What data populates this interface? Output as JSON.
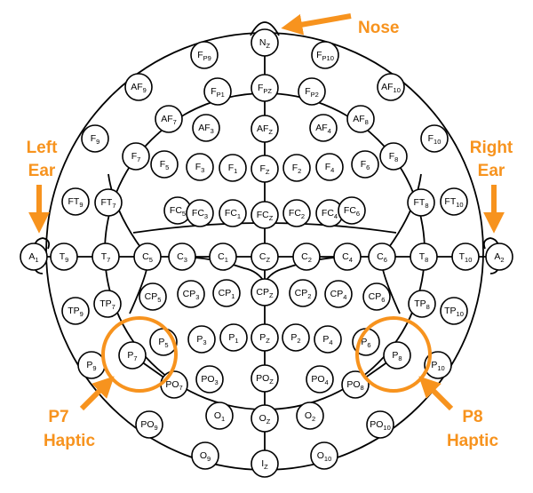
{
  "colors": {
    "accent": "#f7931e",
    "ink": "#000000",
    "background": "#ffffff"
  },
  "annotations": {
    "nose": "Nose",
    "left_ear": [
      "Left",
      "Ear"
    ],
    "right_ear": [
      "Right",
      "Ear"
    ],
    "p7_haptic": [
      "P7",
      "Haptic"
    ],
    "p8_haptic": [
      "P8",
      "Haptic"
    ]
  },
  "electrodes": [
    {
      "main": "N",
      "sub": "Z"
    },
    {
      "main": "F",
      "sub": "P9"
    },
    {
      "main": "F",
      "sub": "P10"
    },
    {
      "main": "AF",
      "sub": "9"
    },
    {
      "main": "AF",
      "sub": "10"
    },
    {
      "main": "F",
      "sub": "P1"
    },
    {
      "main": "F",
      "sub": "PZ"
    },
    {
      "main": "F",
      "sub": "P2"
    },
    {
      "main": "AF",
      "sub": "7"
    },
    {
      "main": "AF",
      "sub": "3"
    },
    {
      "main": "AF",
      "sub": "Z"
    },
    {
      "main": "AF",
      "sub": "4"
    },
    {
      "main": "AF",
      "sub": "8"
    },
    {
      "main": "F",
      "sub": "9"
    },
    {
      "main": "F",
      "sub": "10"
    },
    {
      "main": "F",
      "sub": "7"
    },
    {
      "main": "F",
      "sub": "5"
    },
    {
      "main": "F",
      "sub": "3"
    },
    {
      "main": "F",
      "sub": "1"
    },
    {
      "main": "F",
      "sub": "Z"
    },
    {
      "main": "F",
      "sub": "2"
    },
    {
      "main": "F",
      "sub": "4"
    },
    {
      "main": "F",
      "sub": "6"
    },
    {
      "main": "F",
      "sub": "8"
    },
    {
      "main": "FT",
      "sub": "9"
    },
    {
      "main": "FT",
      "sub": "7"
    },
    {
      "main": "FC",
      "sub": "5"
    },
    {
      "main": "FC",
      "sub": "3"
    },
    {
      "main": "FC",
      "sub": "1"
    },
    {
      "main": "FC",
      "sub": "Z"
    },
    {
      "main": "FC",
      "sub": "2"
    },
    {
      "main": "FC",
      "sub": "4"
    },
    {
      "main": "FC",
      "sub": "6"
    },
    {
      "main": "FT",
      "sub": "8"
    },
    {
      "main": "FT",
      "sub": "10"
    },
    {
      "main": "A",
      "sub": "1"
    },
    {
      "main": "T",
      "sub": "9"
    },
    {
      "main": "T",
      "sub": "7"
    },
    {
      "main": "C",
      "sub": "5"
    },
    {
      "main": "C",
      "sub": "3"
    },
    {
      "main": "C",
      "sub": "1"
    },
    {
      "main": "C",
      "sub": "Z"
    },
    {
      "main": "C",
      "sub": "2"
    },
    {
      "main": "C",
      "sub": "4"
    },
    {
      "main": "C",
      "sub": "6"
    },
    {
      "main": "T",
      "sub": "8"
    },
    {
      "main": "T",
      "sub": "10"
    },
    {
      "main": "A",
      "sub": "2"
    },
    {
      "main": "TP",
      "sub": "9"
    },
    {
      "main": "TP",
      "sub": "7"
    },
    {
      "main": "CP",
      "sub": "5"
    },
    {
      "main": "CP",
      "sub": "3"
    },
    {
      "main": "CP",
      "sub": "1"
    },
    {
      "main": "CP",
      "sub": "Z"
    },
    {
      "main": "CP",
      "sub": "2"
    },
    {
      "main": "CP",
      "sub": "4"
    },
    {
      "main": "CP",
      "sub": "6"
    },
    {
      "main": "TP",
      "sub": "8"
    },
    {
      "main": "TP",
      "sub": "10"
    },
    {
      "main": "P",
      "sub": "7"
    },
    {
      "main": "P",
      "sub": "5"
    },
    {
      "main": "P",
      "sub": "3"
    },
    {
      "main": "P",
      "sub": "1"
    },
    {
      "main": "P",
      "sub": "Z"
    },
    {
      "main": "P",
      "sub": "2"
    },
    {
      "main": "P",
      "sub": "4"
    },
    {
      "main": "P",
      "sub": "6"
    },
    {
      "main": "P",
      "sub": "8"
    },
    {
      "main": "P",
      "sub": "9"
    },
    {
      "main": "P",
      "sub": "10"
    },
    {
      "main": "PO",
      "sub": "7"
    },
    {
      "main": "PO",
      "sub": "3"
    },
    {
      "main": "PO",
      "sub": "Z"
    },
    {
      "main": "PO",
      "sub": "4"
    },
    {
      "main": "PO",
      "sub": "8"
    },
    {
      "main": "PO",
      "sub": "9"
    },
    {
      "main": "PO",
      "sub": "10"
    },
    {
      "main": "O",
      "sub": "1"
    },
    {
      "main": "O",
      "sub": "Z"
    },
    {
      "main": "O",
      "sub": "2"
    },
    {
      "main": "O",
      "sub": "9"
    },
    {
      "main": "O",
      "sub": "10"
    },
    {
      "main": "I",
      "sub": "Z"
    }
  ]
}
